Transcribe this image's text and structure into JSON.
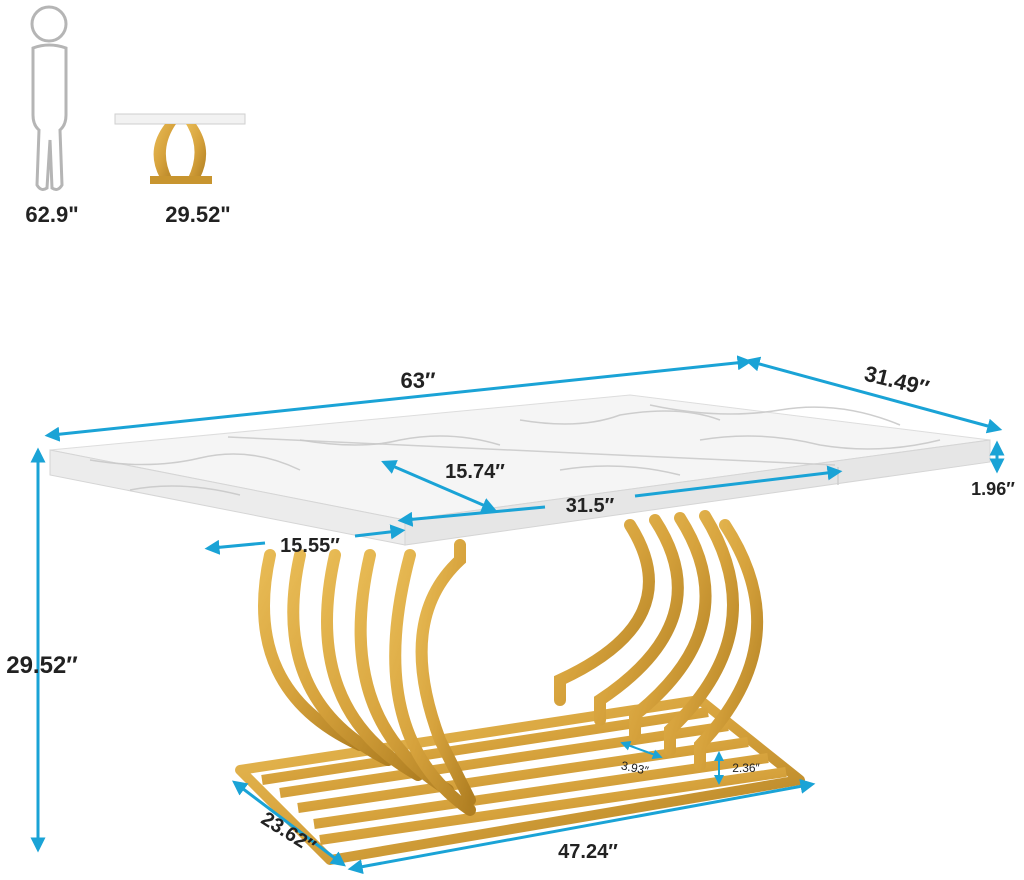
{
  "colors": {
    "arrow": "#1aa3d6",
    "gold": "#d6a23c",
    "gold_dark": "#b07f22",
    "marble": "#f4f4f4",
    "marble_vein": "#c9c9c9",
    "figure_outline": "#b5b5b5",
    "text": "#222222"
  },
  "scale_reference": {
    "person_height": "62.9\"",
    "table_height": "29.52\""
  },
  "dimensions": {
    "top_length": "63″",
    "top_width": "31.49″",
    "top_thickness": "1.96″",
    "table_height": "29.52″",
    "panel_width": "15.74″",
    "middle_panel_length": "31.5″",
    "side_panel_length": "15.55″",
    "base_length": "47.24″",
    "base_width": "23.62″",
    "base_gap": "3.93″",
    "base_bar_height": "2.36″"
  }
}
